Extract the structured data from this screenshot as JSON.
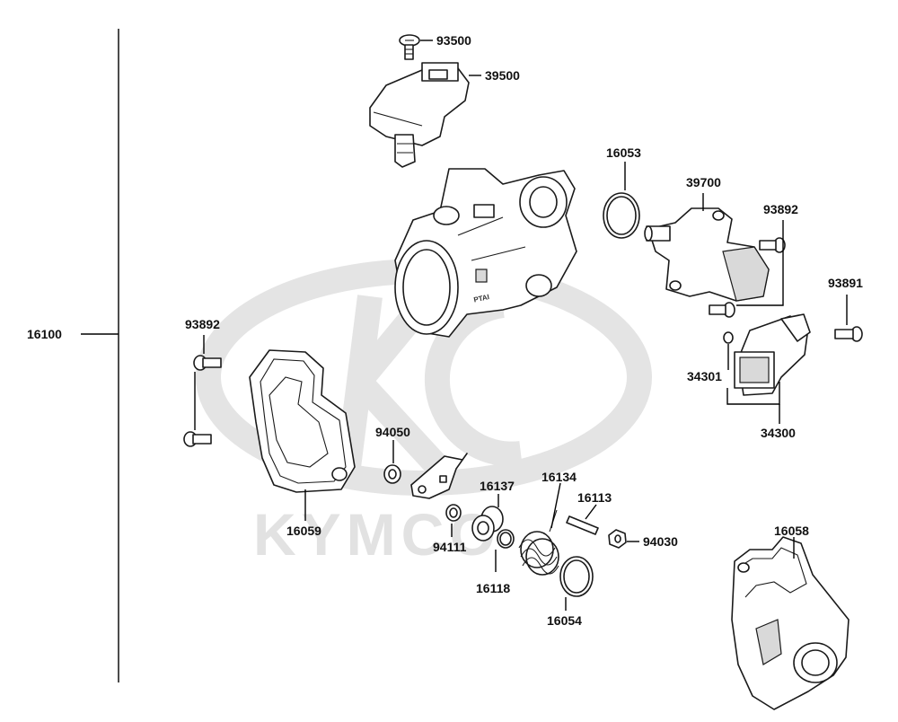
{
  "watermark": {
    "text": "KYMCO"
  },
  "assembly": {
    "number": "16100"
  },
  "parts": {
    "p93500": "93500",
    "p39500": "39500",
    "p16053": "16053",
    "p39700": "39700",
    "p93892_right": "93892",
    "p93891": "93891",
    "p34301": "34301",
    "p34300": "34300",
    "p93892_left": "93892",
    "p94050": "94050",
    "p16059": "16059",
    "p16137": "16137",
    "p16134": "16134",
    "p16113": "16113",
    "p94030": "94030",
    "p94111": "94111",
    "p16118": "16118",
    "p16054": "16054",
    "p16058": "16058"
  },
  "throttle_body_marking": "PTAI"
}
